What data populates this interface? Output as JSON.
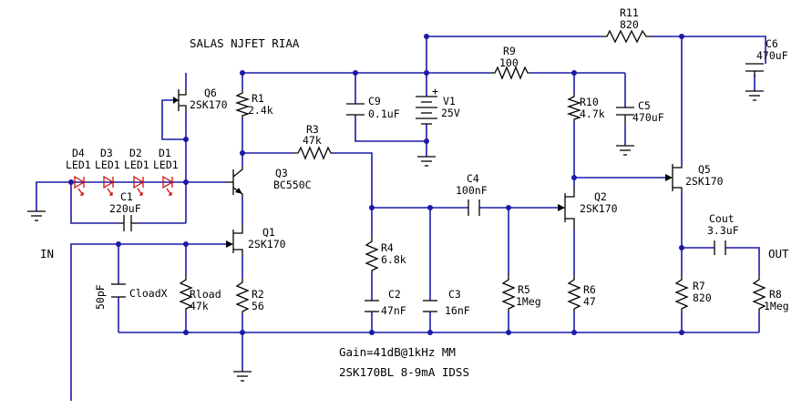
{
  "title": "SALAS NJFET RIAA",
  "notes": [
    "Gain=41dB@1kHz MM",
    "2SK170BL 8-9mA IDSS"
  ],
  "ports": {
    "input": "IN",
    "output": "OUT"
  },
  "components": {
    "R1": {
      "ref": "R1",
      "value": "2.4k"
    },
    "R2": {
      "ref": "R2",
      "value": "56"
    },
    "R3": {
      "ref": "R3",
      "value": "47k"
    },
    "R4": {
      "ref": "R4",
      "value": "6.8k"
    },
    "R5": {
      "ref": "R5",
      "value": "1Meg"
    },
    "R6": {
      "ref": "R6",
      "value": "47"
    },
    "R7": {
      "ref": "R7",
      "value": "820"
    },
    "R8": {
      "ref": "R8",
      "value": "1Meg"
    },
    "R9": {
      "ref": "R9",
      "value": "100"
    },
    "R10": {
      "ref": "R10",
      "value": "4.7k"
    },
    "R11": {
      "ref": "R11",
      "value": "820"
    },
    "Rload": {
      "ref": "Rload",
      "value": "47k"
    },
    "C1": {
      "ref": "C1",
      "value": "220uF"
    },
    "C2": {
      "ref": "C2",
      "value": "47nF"
    },
    "C3": {
      "ref": "C3",
      "value": "16nF"
    },
    "C4": {
      "ref": "C4",
      "value": "100nF"
    },
    "C5": {
      "ref": "C5",
      "value": "470uF"
    },
    "C6": {
      "ref": "C6",
      "value": "470uF"
    },
    "C9": {
      "ref": "C9",
      "value": "0.1uF"
    },
    "Cout": {
      "ref": "Cout",
      "value": "3.3uF"
    },
    "CloadX": {
      "ref": "CloadX",
      "value": "50pF"
    },
    "V1": {
      "ref": "V1",
      "value": "25V"
    },
    "Q1": {
      "ref": "Q1",
      "value": "2SK170"
    },
    "Q2": {
      "ref": "Q2",
      "value": "2SK170"
    },
    "Q3": {
      "ref": "Q3",
      "value": "BC550C"
    },
    "Q5": {
      "ref": "Q5",
      "value": "2SK170"
    },
    "Q6": {
      "ref": "Q6",
      "value": "2SK170"
    },
    "D1": {
      "ref": "D1",
      "value": "LED1"
    },
    "D2": {
      "ref": "D2",
      "value": "LED1"
    },
    "D3": {
      "ref": "D3",
      "value": "LED1"
    },
    "D4": {
      "ref": "D4",
      "value": "LED1"
    }
  },
  "colors": {
    "wire": "#1a1aa8",
    "component": "#000000",
    "led": "#cc0000"
  }
}
